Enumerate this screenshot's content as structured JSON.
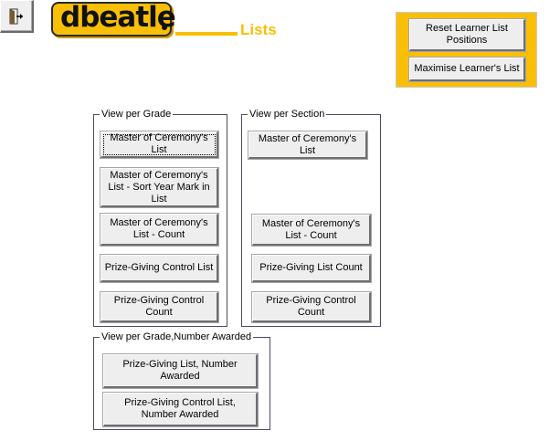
{
  "logo": {
    "text": "dbeatle"
  },
  "page_title": "Lists",
  "exit_button": {
    "icon": "exit-door-icon"
  },
  "top_panel": {
    "reset_button": "Reset Learner List Positions",
    "maximise_button": "Maximise Learner's List"
  },
  "grade_group": {
    "label": "View per Grade",
    "buttons": [
      "Master of Ceremony's List",
      "Master of Ceremony's List - Sort Year Mark in List",
      "Master of Ceremony's List -  Count",
      "Prize-Giving Control List",
      "Prize-Giving Control Count"
    ]
  },
  "section_group": {
    "label": "View per Section",
    "buttons": [
      "Master of Ceremony's List",
      "Master of Ceremony's List - Count",
      "Prize-Giving List Count",
      "Prize-Giving Control Count"
    ]
  },
  "awarded_group": {
    "label": "View per Grade,Number Awarded",
    "buttons": [
      "Prize-Giving List, Number Awarded",
      "Prize-Giving Control List, Number Awarded"
    ]
  },
  "colors": {
    "accent": "#f9bf06",
    "button_face": "#eeeeee"
  }
}
